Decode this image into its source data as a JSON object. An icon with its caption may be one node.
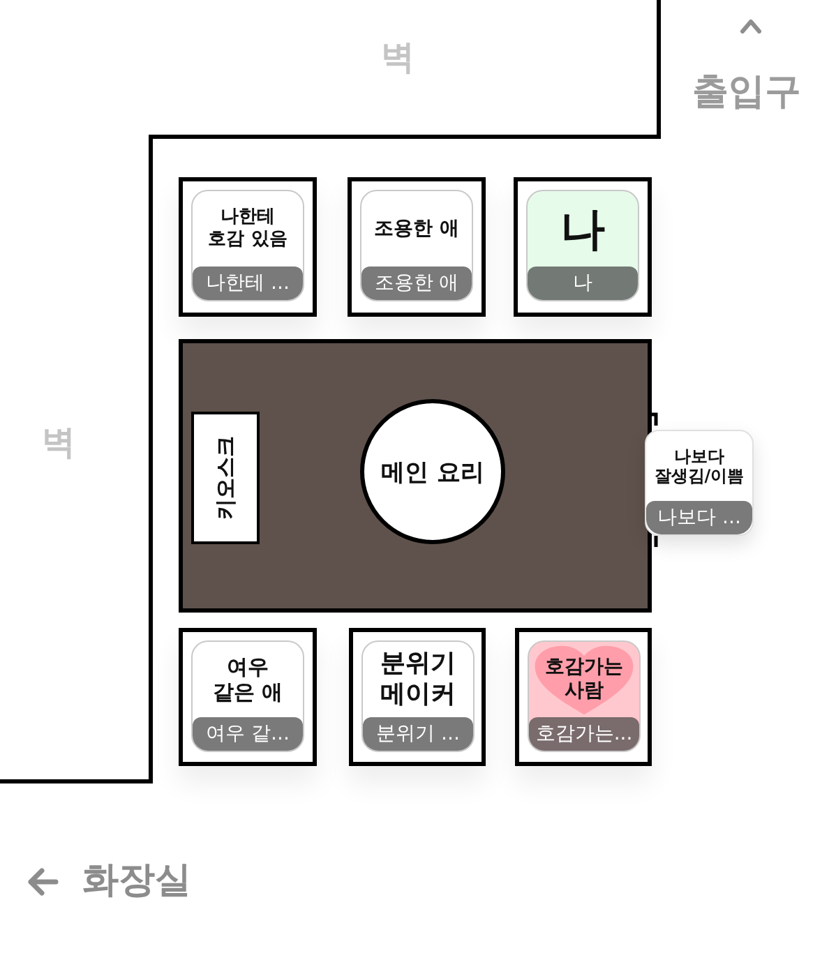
{
  "diagram": {
    "nodes": [
      {
        "text": [
          "나한테 호감 있음",
          "나한테 ..."
        ]
      },
      {
        "text": [
          "조용한 애",
          "조용한 애"
        ]
      },
      {
        "text": [
          "나",
          "나"
        ]
      },
      {
        "text": [],
        "shape": "box"
      },
      {
        "text": [
          "키오스크"
        ],
        "in": 3
      },
      {
        "text": [
          "메인 요리"
        ],
        "in": 3
      },
      {
        "text": [
          "나보다 잘생김/이쁨",
          "나보다 ..."
        ]
      },
      {
        "text": [
          "여우 같은 애",
          "여우 같..."
        ]
      },
      {
        "text": [
          "분위기 메이커",
          "분위기 ..."
        ]
      },
      {
        "text": [
          "호감가는 사람",
          "호감가는..."
        ]
      }
    ],
    "labels": [
      "벽",
      "출입구",
      "벽",
      "화장실"
    ]
  }
}
